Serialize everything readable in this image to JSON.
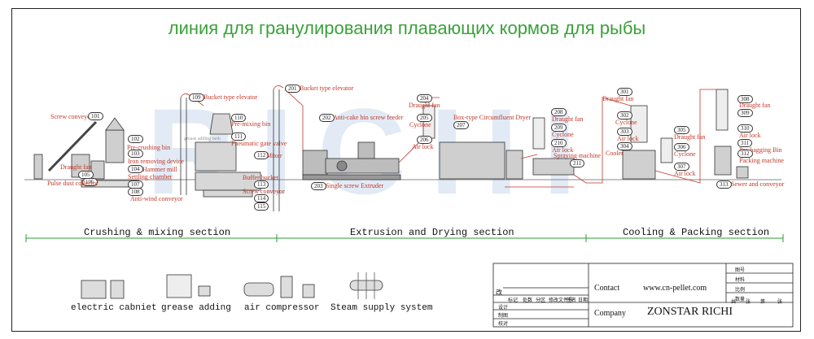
{
  "title": "линия для гранулирования плавающих кормов для рыбы",
  "watermark": "RICHI",
  "sections": [
    "Crushing & mixing section",
    "Extrusion and Drying section",
    "Cooling & Packing section"
  ],
  "labels": {
    "screw_conveyor": "Screw conveyor",
    "pre_crushing_bin": "Pre-crushing bin",
    "iron_removing": "Iron removing device",
    "hammer_mill": "Hammer mill",
    "settling_chamber": "Settling chamber",
    "draught_fan_a": "Draught fan",
    "pulse_dust": "Pulse dust collector",
    "anti_wind": "Anti-wind conveyor",
    "bucket_elevator_1": "Bucket type elevator",
    "pre_mixing_bin": "Pre-mixing bin",
    "grease_tank": "grease adding tank",
    "pneumatic_gate": "Pneumatic gate valve",
    "mixer": "Mixer",
    "buffer_bucket": "Buffer bucket",
    "screw_conveyor_2": "Screw conveyor",
    "bucket_elevator_2": "Bucket type elevator",
    "anti_cake": "Anti-cake bin screw feeder",
    "single_screw": "Single screw Extruder",
    "draught_fan_b": "Draught fan",
    "cyclone_a": "Cyclone",
    "air_lock_a": "Air lock",
    "dryer": "Box-type Circumfluent Dryer",
    "draught_fan_c": "Draught fan",
    "cyclone_b": "Cyclone",
    "air_lock_b": "Air lock",
    "spraying": "Spraying machine",
    "draught_fan_d": "Draught fan",
    "cyclone_c": "Cyclone",
    "air_lock_c": "Air lock",
    "cooler": "Cooler",
    "draught_fan_e": "Draught fan",
    "cyclone_d": "Cyclone",
    "air_lock_d": "Air lock",
    "draught_fan_f": "Draught fan",
    "air_lock_e": "Air lock",
    "pre_bagging": "Pre-bagging Bin",
    "packing": "Packing machine",
    "sewer": "Sewer and conveyor"
  },
  "numbers": [
    "101",
    "102",
    "103",
    "104",
    "105",
    "106",
    "107",
    "108",
    "109",
    "110",
    "111",
    "112",
    "113",
    "114",
    "115",
    "201",
    "202",
    "203",
    "204",
    "205",
    "206",
    "207",
    "208",
    "209",
    "210",
    "211",
    "301",
    "302",
    "303",
    "304",
    "305",
    "306",
    "307",
    "308",
    "309",
    "310",
    "311",
    "312",
    "313"
  ],
  "aux_equipment": [
    "electric cabniet",
    "grease adding",
    "air compressor",
    "Steam supply system"
  ],
  "title_block": {
    "contact_label": "Contact",
    "contact_value": "www.cn-pellet.com",
    "company_label": "Company",
    "company_value": "ZONSTAR RICHI",
    "change_mark": "改",
    "row1": [
      "标记",
      "处数",
      "分区",
      "修改文件号",
      "签名",
      "日期"
    ],
    "left_rows": [
      "设计",
      "制图",
      "校对"
    ],
    "right_rows": [
      "图号",
      "材料",
      "比例",
      "数量"
    ],
    "right_bottom": [
      "共",
      "张",
      "第",
      "张"
    ]
  },
  "colors": {
    "title": "#3aa13a",
    "label": "#c0392b",
    "line": "#c0392b",
    "machine": "#444444",
    "section_line": "#2d9c2d"
  }
}
